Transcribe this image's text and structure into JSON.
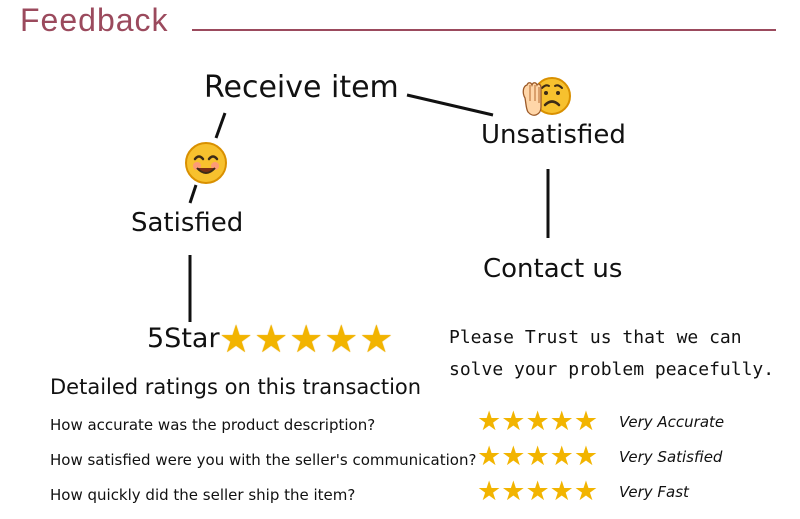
{
  "header": {
    "title": "Feedback"
  },
  "flow": {
    "receive_item": "Receive item",
    "satisfied": "Satisfied",
    "unsatisfied": "Unsatisfied",
    "contact_us": "Contact us",
    "five_star": "5Star",
    "trust_line_1": "Please Trust us that we can",
    "trust_line_2": "solve your problem peacefully."
  },
  "ratings": {
    "heading": "Detailed ratings on this transaction",
    "items": [
      {
        "question": "How accurate was the product description?",
        "stars": 5,
        "answer": "Very Accurate"
      },
      {
        "question": "How satisfied were you with the seller's communication?",
        "stars": 5,
        "answer": "Very Satisfied"
      },
      {
        "question": "How quickly did the seller ship the item?",
        "stars": 5,
        "answer": "Very Fast"
      }
    ]
  },
  "icons": {
    "happy": "happy-face-icon",
    "sad": "sad-stop-face-icon",
    "star": "star-icon"
  },
  "colors": {
    "title": "#9b4a5d",
    "star": "#f2b400",
    "text": "#111111"
  }
}
